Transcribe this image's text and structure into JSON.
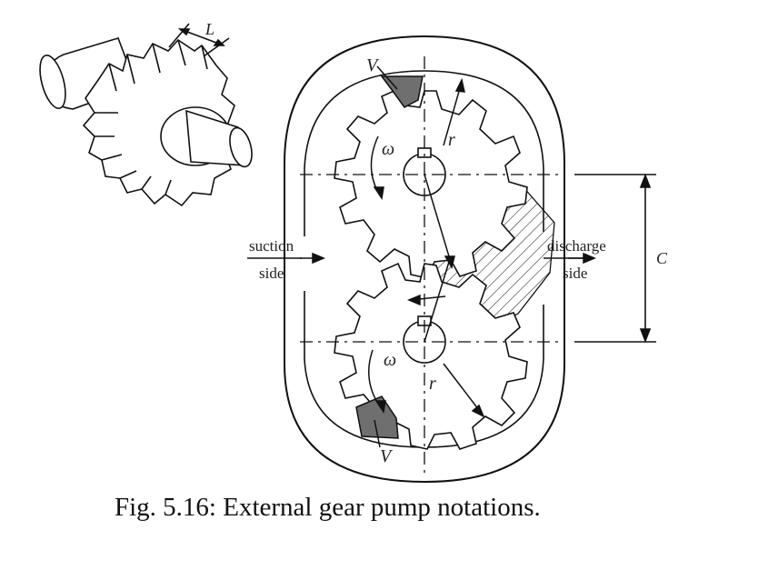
{
  "figure": {
    "caption": "Fig. 5.16: External gear pump notations.",
    "labels": {
      "length": "L",
      "volume_top": "V",
      "volume_bottom": "V",
      "omega_top": "ω",
      "omega_bottom": "ω",
      "radius_top": "r",
      "radius_bottom": "r",
      "suction_line1": "suction",
      "suction_line2": "side",
      "discharge_line1": "discharge",
      "discharge_line2": "side",
      "center_distance": "C"
    },
    "colors": {
      "ink": "#111111",
      "pocket_fill": "#6f6f6f"
    }
  }
}
